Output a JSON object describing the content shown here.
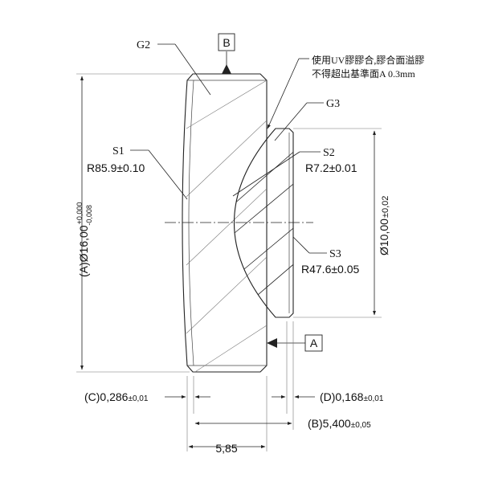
{
  "labels": {
    "g2": "G2",
    "g3": "G3",
    "s1": "S1",
    "s2": "S2",
    "s3": "S3",
    "datum_b": "B",
    "datum_a": "A"
  },
  "radii": {
    "s1": "R85.9±0.10",
    "s2": "R7.2±0.01",
    "s3": "R47.6±0.05"
  },
  "note": {
    "line1": "使用UV膠膠合,膠合面溢膠",
    "line2": "不得超出基準面A 0.3mm"
  },
  "dimensions": {
    "outer_diameter": {
      "prefix": "(A)Ø16,00",
      "tol_upper": "+0,000",
      "tol_lower": "-0,008"
    },
    "inner_diameter": {
      "value": "Ø10,00",
      "tol": "±0,02"
    },
    "c": {
      "value": "(C)0,286",
      "tol": "±0,01"
    },
    "d": {
      "value": "(D)0,168",
      "tol": "±0,01"
    },
    "b": {
      "value": "(B)5,400",
      "tol": "±0,05"
    },
    "overall": "5,85"
  },
  "colors": {
    "line": "#222222",
    "background": "#ffffff"
  }
}
